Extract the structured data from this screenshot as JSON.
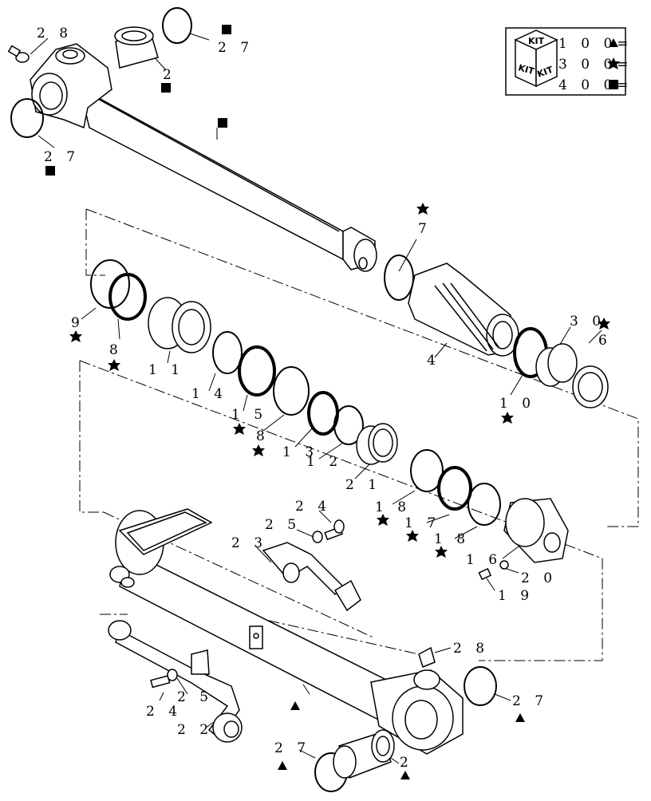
{
  "diagram": {
    "labels": {
      "p28_top": "2 8",
      "p27_top": "2 7",
      "p2_top": "2",
      "p27_left": "2 7",
      "p7": "7",
      "p30": "3 0",
      "p6": "6",
      "p9": "9",
      "p8_a": "8",
      "p4": "4",
      "p11": "1 1",
      "p14": "1 4",
      "p10": "1 0",
      "p15": "1 5",
      "p8_b": "8",
      "p13": "1 3",
      "p12": "1 2",
      "p21": "2 1",
      "p18_a": "1 8",
      "p17": "1 7",
      "p18_b": "1 8",
      "p16": "1 6",
      "p20": "2 0",
      "p19": "1 9",
      "p24_top": "2 4",
      "p25_top": "2 5",
      "p23": "2 3",
      "p28_bot": "2 8",
      "p24_bot": "2 4",
      "p25_bot": "2 5",
      "p22": "2 2",
      "p27_br": "2 7",
      "p27_bot": "2 7",
      "p2_bot": "2"
    },
    "legend": {
      "kit_text_top": "KIT",
      "kit_text_left": "KIT",
      "kit_text_right": "KIT",
      "row1": "1 0 0=",
      "row2": "3 0 0=",
      "row3": "4 0 0="
    }
  }
}
